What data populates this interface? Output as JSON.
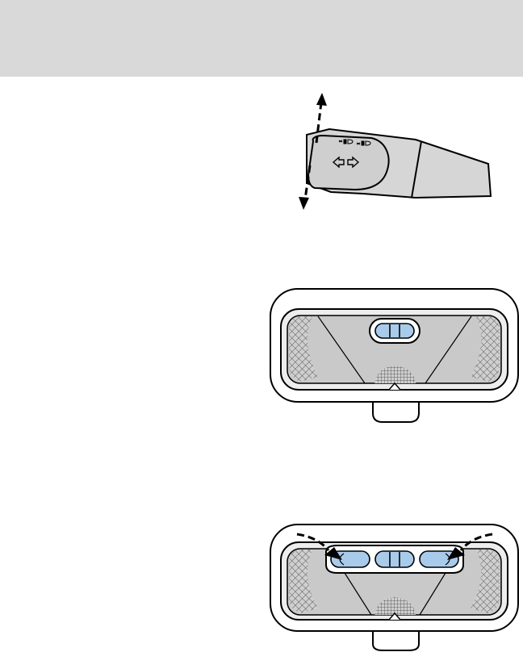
{
  "header": {
    "title": ""
  },
  "figures": {
    "turn_signal_lever": {
      "icon": "turn-signal-lever-illustration"
    },
    "dome_lamp": {
      "icon": "overhead-dome-lamp-illustration"
    },
    "map_lamps": {
      "icon": "overhead-map-lamps-illustration"
    }
  },
  "colors": {
    "header_band": "#d9d9d9",
    "lamp_button_blue": "#a9cbeb",
    "lever_gray": "#d6d6d6",
    "lens_gray": "#c9c9c9"
  }
}
